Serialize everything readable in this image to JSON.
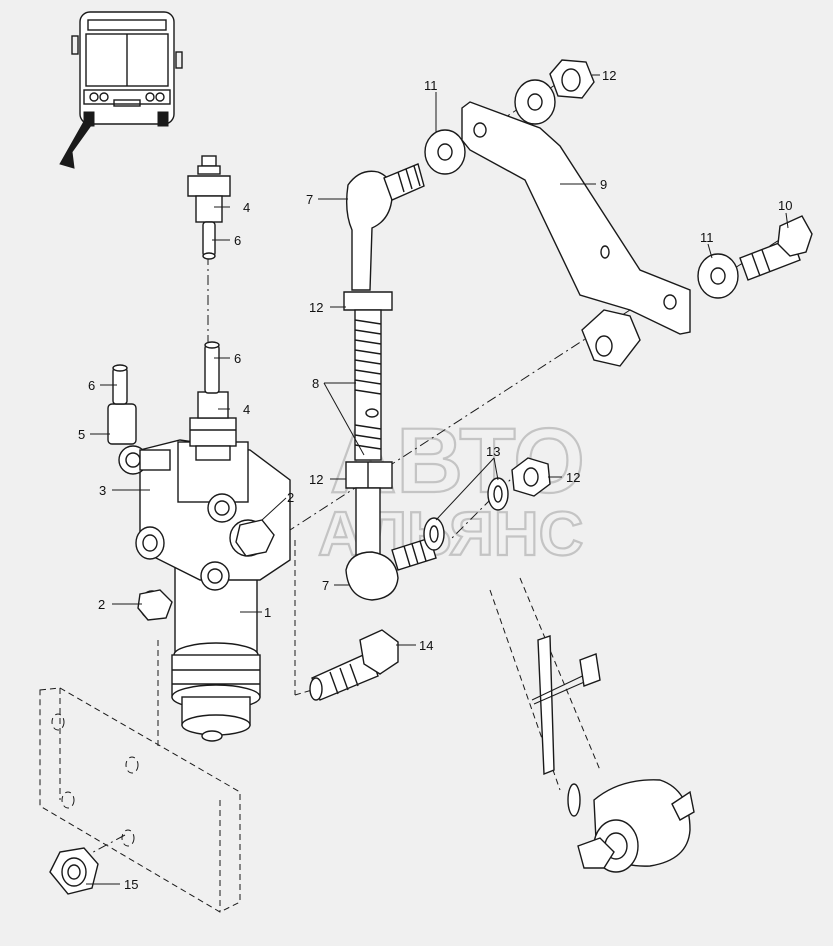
{
  "watermark": {
    "line1": "АВТО",
    "line2": "АЛЬЯНС"
  },
  "callouts": [
    "1",
    "2",
    "2",
    "3",
    "4",
    "4",
    "5",
    "6",
    "6",
    "6",
    "7",
    "7",
    "8",
    "9",
    "10",
    "11",
    "11",
    "12",
    "12",
    "12",
    "12",
    "13",
    "14",
    "15"
  ]
}
